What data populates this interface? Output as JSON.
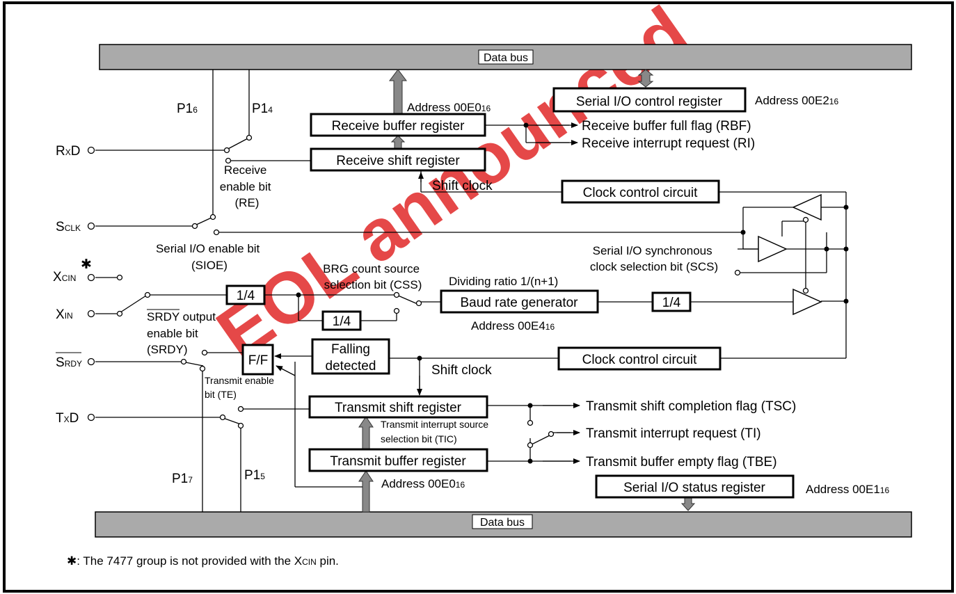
{
  "watermark": "EOL announced",
  "buses": {
    "top_label": "Data bus",
    "bottom_label": "Data bus"
  },
  "registers": {
    "serial_io_control": "Serial I/O control register",
    "serial_io_control_addr_prefix": "Address 00E2",
    "receive_buffer": "Receive buffer register",
    "receive_buffer_addr_prefix": "Address 00E0",
    "receive_shift": "Receive shift register",
    "baud_rate_generator": "Baud rate generator",
    "baud_addr_prefix": "Address 00E4",
    "transmit_shift": "Transmit shift register",
    "transmit_buffer": "Transmit buffer register",
    "transmit_buffer_addr_prefix": "Address 00E0",
    "serial_io_status": "Serial I/O status register",
    "serial_io_status_addr_prefix": "Address 00E1",
    "addr_suffix": "16"
  },
  "blocks": {
    "clock_control_top": "Clock control circuit",
    "clock_control_bottom": "Clock control circuit",
    "divider_1": "1/4",
    "divider_2": "1/4",
    "divider_3": "1/4",
    "ff": "F/F",
    "falling_line1": "Falling",
    "falling_line2": "detected"
  },
  "pins": {
    "rxd_main": "R",
    "rxd_sub": "X",
    "rxd_end": "D",
    "sclk_main": "S",
    "sclk_sub": "CLK",
    "xcin_main": "X",
    "xcin_sub": "CIN",
    "xcin_star": "✱",
    "xin_main": "X",
    "xin_sub": "IN",
    "srdy_main": "S",
    "srdy_sub": "RDY",
    "txd_main": "T",
    "txd_sub": "X",
    "txd_end": "D"
  },
  "ports": {
    "p16_main": "P1",
    "p16_sub": "6",
    "p14_main": "P1",
    "p14_sub": "4",
    "p17_main": "P1",
    "p17_sub": "7",
    "p15_main": "P1",
    "p15_sub": "5"
  },
  "labels": {
    "receive_enable": [
      "Receive",
      "enable bit",
      "(RE)"
    ],
    "sioe": [
      "Serial I/O enable bit",
      "(SIOE)"
    ],
    "brg_css": [
      "BRG count source",
      "selection bit (CSS)"
    ],
    "dividing_ratio": "Dividing ratio 1/(n+1)",
    "srdy_output_over": "SRDY",
    "srdy_output": [
      " output",
      "enable bit",
      "(SRDY)"
    ],
    "transmit_enable": [
      "Transmit enable",
      "bit  (TE)"
    ],
    "tic": [
      "Transmit interrupt source",
      "selection bit (TIC)"
    ],
    "scs": [
      "Serial I/O synchronous",
      "clock selection bit (SCS)"
    ],
    "shift_clock_top": "Shift clock",
    "shift_clock_bottom": "Shift clock",
    "rbf": "Receive buffer full flag (RBF)",
    "ri": "Receive interrupt request (RI)",
    "tsc": "Transmit shift completion flag (TSC)",
    "ti": "Transmit interrupt request (TI)",
    "tbe": "Transmit buffer empty flag (TBE)"
  },
  "footnote": {
    "star": "✱",
    "text_before": ": The 7477 group is not provided with the X",
    "sub": "CIN",
    "text_after": "  pin."
  }
}
